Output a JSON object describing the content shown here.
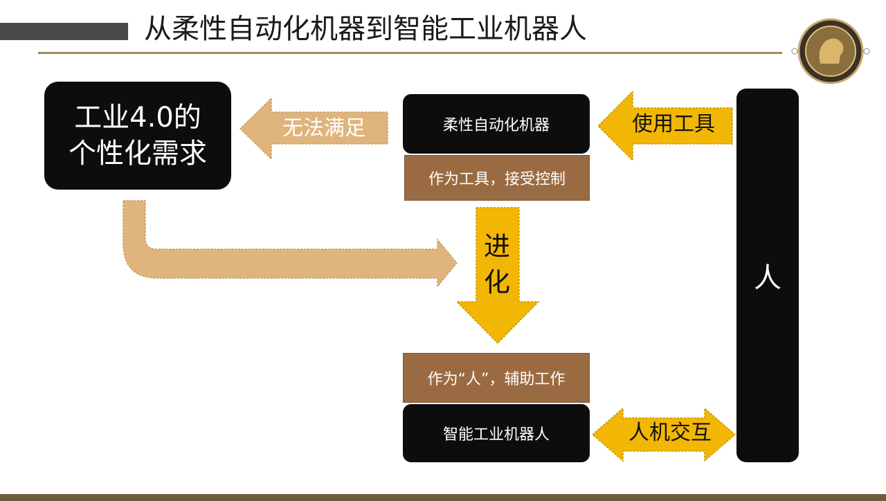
{
  "header": {
    "title": "从柔性自动化机器到智能工业机器人"
  },
  "boxes": {
    "demand_line1": "工业4.0的",
    "demand_line2": "个性化需求",
    "flexible_machine": "柔性自动化机器",
    "as_tool": "作为工具，接受控制",
    "as_human": "作为“人”，辅助工作",
    "intelligent_robot": "智能工业机器人",
    "human": "人"
  },
  "arrows": {
    "cannot_satisfy": "无法满足",
    "use_tool": "使用工具",
    "evolve_1": "进",
    "evolve_2": "化",
    "interaction": "人机交互"
  },
  "colors": {
    "tan_arrow": "#dfb47d",
    "gold_arrow": "#f2b705",
    "black_box": "#0d0d0d",
    "brown_box": "#9a6b43",
    "title_rule": "#a0885a"
  }
}
